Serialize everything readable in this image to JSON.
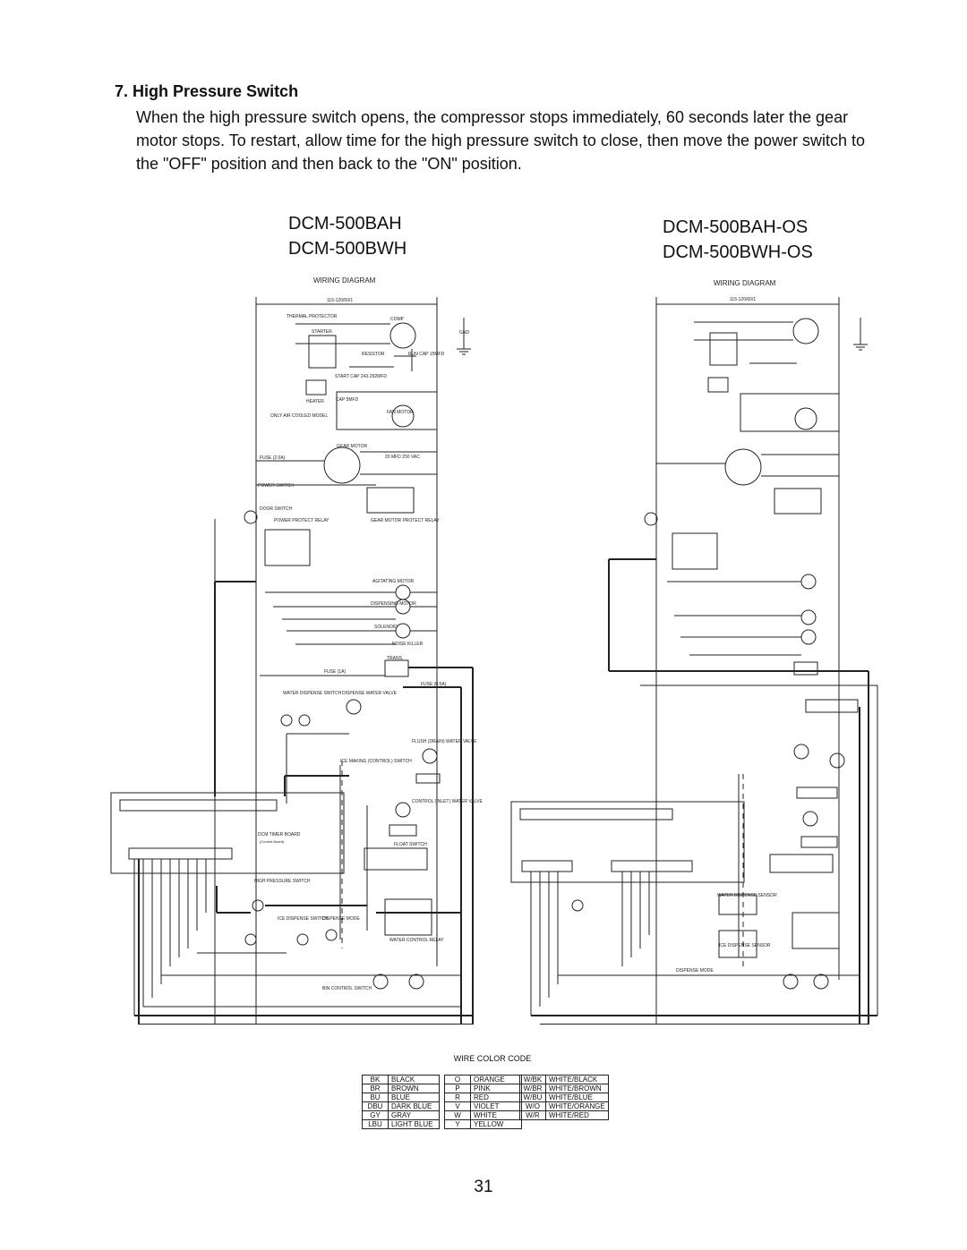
{
  "section": {
    "title": "7. High Pressure Switch",
    "body": "When the high pressure switch opens, the compressor stops immediately, 60 seconds later the gear motor stops. To restart, allow time for the high pressure switch to close, then move the power switch to the \"OFF\" position and then back to the \"ON\" position."
  },
  "diagrams": [
    {
      "models": [
        "DCM-500BAH",
        "DCM-500BWH"
      ],
      "title": "WIRING DIAGRAM",
      "supply": "115-120/60/1",
      "labels": {
        "thermal_protector": "THERMAL PROTECTOR",
        "comp": "COMP",
        "starter": "STARTER",
        "resistor": "RESISTOR",
        "run_cap": "RUN CAP 15MFD",
        "start_cap": "START CAP 243-292MFD",
        "heater": "HEATER",
        "cap": "CAP 5MFD",
        "fan_motor": "FAN MOTOR",
        "air_cooled": "ONLY AIR COOLED MODEL",
        "gear_motor": "GEAR MOTOR",
        "gear_cap": "20 MFD 250 VAC",
        "fuse_main": "FUSE (2.0A)",
        "power_switch": "POWER SWITCH",
        "door_switch": "DOOR SWITCH",
        "power_protect_relay": "POWER PROTECT RELAY",
        "gear_motor_relay": "GEAR MOTOR PROTECT RELAY",
        "agitating_motor": "AGITATING MOTOR",
        "dispensing_motor": "DISPENSING MOTOR",
        "solenoid": "SOLENOID",
        "noise_killer": "NOISE KILLER",
        "trans": "TRANS.",
        "fuse_1a": "FUSE (1A)",
        "fuse_05a": "FUSE (0.5A)",
        "water_dispense_switch": "WATER DISPENSE SWITCH",
        "dispense_water_valve": "DISPENSE WATER VALVE",
        "flush_valve": "FLUSH (DRAIN) WATER VALVE",
        "ice_making_switch": "ICE MAKING (CONTROL) SWITCH",
        "control_valve": "CONTROL (INLET) WATER VALVE",
        "timer_board": "DCM TIMER BOARD",
        "control_board": "(Control Board)",
        "float_switch": "FLOAT SWITCH",
        "high_pressure_switch": "HIGH PRESSURE SWITCH",
        "ice_dispense_switch": "ICE DISPENSE SWITCH",
        "dispense_mode": "DISPENSE MODE",
        "water_control_relay": "WATER CONTROL RELAY",
        "bin_control_switch": "BIN CONTROL SWITCH",
        "gnd": "GND"
      }
    },
    {
      "models": [
        "DCM-500BAH-OS",
        "DCM-500BWH-OS"
      ],
      "title": "WIRING DIAGRAM",
      "supply": "115-120/60/1",
      "labels": {
        "water_dispense_sensor": "WATER DISPENSE SENSOR",
        "ice_dispense_sensor": "ICE DISPENSE SENSOR",
        "dispense_mode": "DISPENSE MODE"
      }
    }
  ],
  "wire_color_code": {
    "title": "WIRE COLOR CODE",
    "columns": [
      [
        [
          "BK",
          "BLACK"
        ],
        [
          "BR",
          "BROWN"
        ],
        [
          "BU",
          "BLUE"
        ],
        [
          "DBU",
          "DARK BLUE"
        ],
        [
          "GY",
          "GRAY"
        ],
        [
          "LBU",
          "LIGHT BLUE"
        ]
      ],
      [
        [
          "O",
          "ORANGE"
        ],
        [
          "P",
          "PINK"
        ],
        [
          "R",
          "RED"
        ],
        [
          "V",
          "VIOLET"
        ],
        [
          "W",
          "WHITE"
        ],
        [
          "Y",
          "YELLOW"
        ]
      ],
      [
        [
          "W/BK",
          "WHITE/BLACK"
        ],
        [
          "W/BR",
          "WHITE/BROWN"
        ],
        [
          "W/BU",
          "WHITE/BLUE"
        ],
        [
          "W/O",
          "WHITE/ORANGE"
        ],
        [
          "W/R",
          "WHITE/RED"
        ]
      ]
    ]
  },
  "page_number": "31"
}
